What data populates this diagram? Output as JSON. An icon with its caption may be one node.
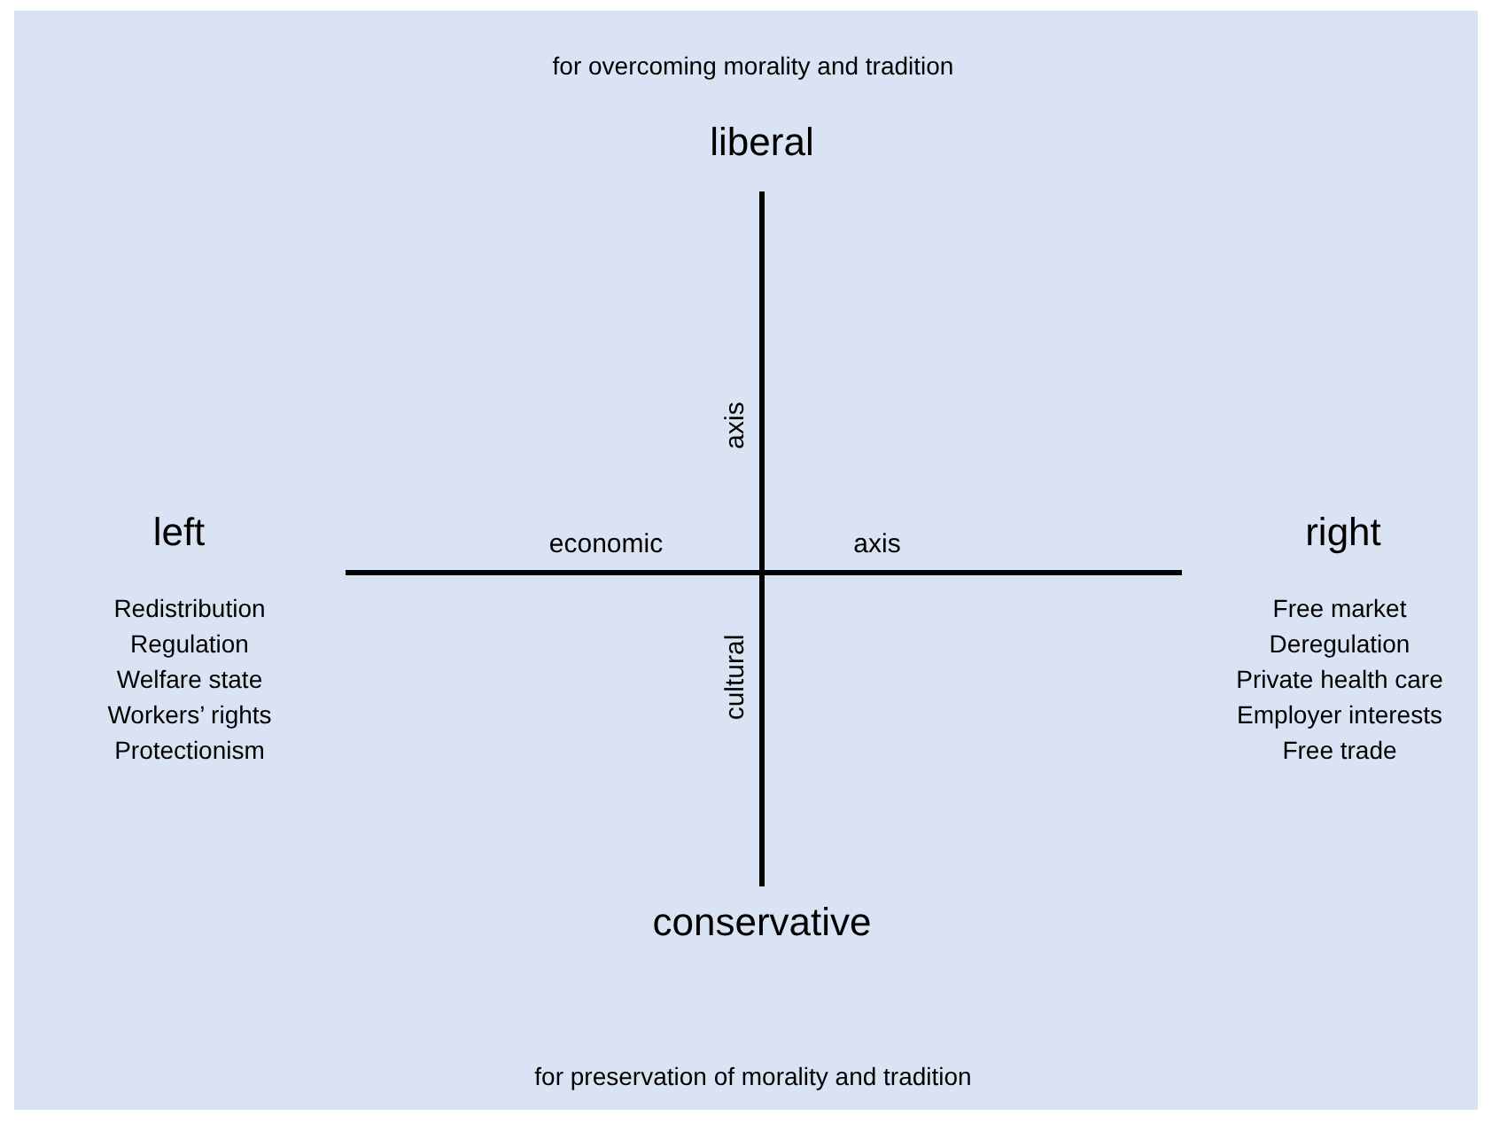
{
  "diagram": {
    "labels": [
      "for overcoming morality and tradition",
      "liberal",
      "axis",
      "left",
      "economic",
      "axis",
      "right",
      "Redistribution",
      "Free market",
      "Regulation",
      "Deregulation",
      "Welfare state",
      "Private health care",
      "Workers’ rights",
      "Employer interests",
      "Protectionism",
      "Free trade",
      "cultural",
      "conservative",
      "for preservation of morality and tradition"
    ]
  }
}
